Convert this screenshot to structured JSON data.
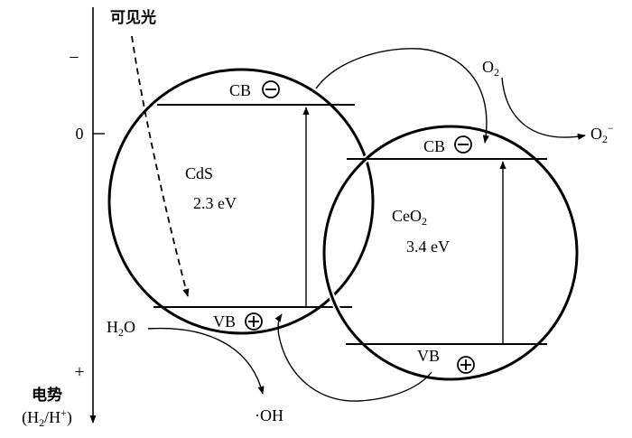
{
  "axis": {
    "minus_sign": "−",
    "zero_tick": "0",
    "plus_sign": "+",
    "label_line1": "电势",
    "label_line2_pre": "(H",
    "label_line2_sub": "2",
    "label_line2_mid": "/H",
    "label_line2_sup": "+",
    "label_line2_post": ")"
  },
  "light": {
    "label": "可见光"
  },
  "cds": {
    "name": "CdS",
    "gap": "2.3 eV",
    "cb": "CB",
    "vb": "VB"
  },
  "ceo2": {
    "name_pre": "CeO",
    "name_sub": "2",
    "gap": "3.4 eV",
    "cb": "CB",
    "vb": "VB"
  },
  "species": {
    "o2_pre": "O",
    "o2_sub": "2",
    "superoxide_pre": "O",
    "superoxide_sub": "2",
    "superoxide_sup": "−",
    "water_pre": "H",
    "water_sub": "2",
    "water_post": "O",
    "hydroxyl": "·OH"
  },
  "colors": {
    "ink": "#000000",
    "background": "#ffffff"
  }
}
